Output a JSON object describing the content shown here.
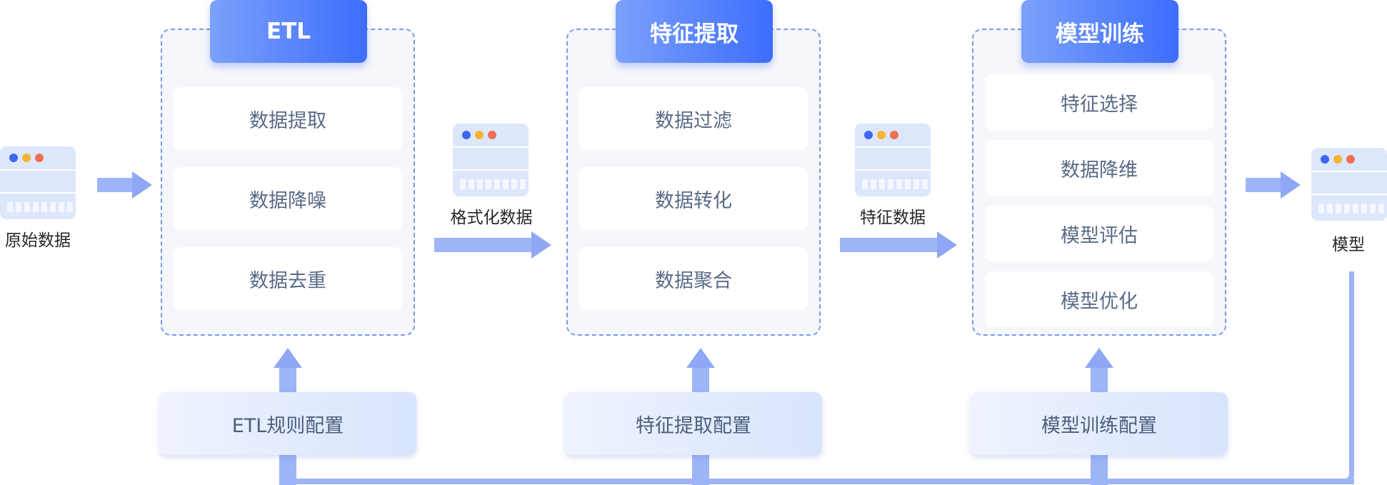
{
  "stages": [
    {
      "title": "ETL",
      "steps": [
        "数据提取",
        "数据降噪",
        "数据去重"
      ],
      "config": "ETL规则配置"
    },
    {
      "title": "特征提取",
      "steps": [
        "数据过滤",
        "数据转化",
        "数据聚合"
      ],
      "config": "特征提取配置"
    },
    {
      "title": "模型训练",
      "steps": [
        "特征选择",
        "数据降维",
        "模型评估",
        "模型优化"
      ],
      "config": "模型训练配置"
    }
  ],
  "data_nodes": {
    "raw": "原始数据",
    "formatted": "格式化数据",
    "features": "特征数据",
    "model": "模型"
  },
  "colors": {
    "header_gradient_start": "#7ba1fb",
    "header_gradient_end": "#3d6dfd",
    "dashed_border": "#7a98ee",
    "arrow": "#8fa8f5",
    "connector": "#9db4f7",
    "icon_bg": "#dde7fb"
  }
}
